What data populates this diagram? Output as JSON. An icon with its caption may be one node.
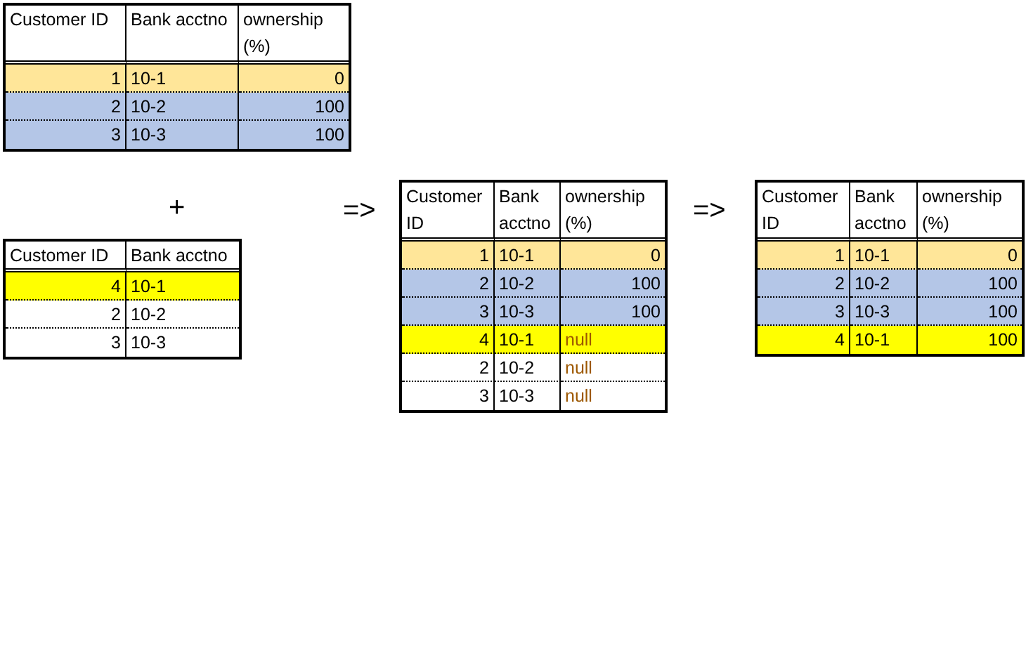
{
  "diagram": {
    "labels": [
      "Customer ID",
      "Bank acctno",
      "ownership (%)",
      "1",
      "10-1",
      "0",
      "2",
      "10-2",
      "100",
      "3",
      "10-3",
      "100",
      "+",
      "Customer ID",
      "Bank acctno",
      "4",
      "10-1",
      "2",
      "10-2",
      "3",
      "10-3",
      "=>",
      "Customer ID",
      "Bank acctno",
      "ownership (%)",
      "1",
      "10-1",
      "0",
      "2",
      "10-2",
      "100",
      "3",
      "10-3",
      "100",
      "4",
      "10-1",
      "null",
      "2",
      "10-2",
      "null",
      "3",
      "10-3",
      "null",
      "=>",
      "Customer ID",
      "Bank acctno",
      "ownership (%)",
      "1",
      "10-1",
      "0",
      "2",
      "10-2",
      "100",
      "3",
      "10-3",
      "100",
      "4",
      "10-1",
      "100"
    ]
  }
}
